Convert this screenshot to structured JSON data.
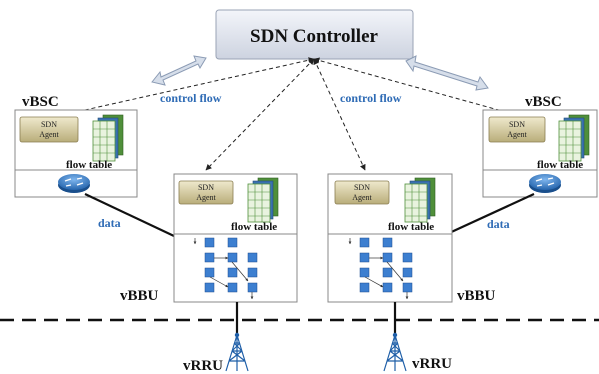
{
  "controller": {
    "title": "SDN Controller"
  },
  "control_flow_left": "control flow",
  "control_flow_right": "control flow",
  "vbsc_left": {
    "title": "vBSC",
    "agent": [
      "SDN",
      "Agent"
    ],
    "flow_table": "flow table"
  },
  "vbsc_right": {
    "title": "vBSC",
    "agent": [
      "SDN",
      "Agent"
    ],
    "flow_table": "flow table"
  },
  "vbbu_left": {
    "title": "vBBU",
    "agent": [
      "SDN",
      "Agent"
    ],
    "flow_table": "flow table"
  },
  "vbbu_right": {
    "title": "vBBU",
    "agent": [
      "SDN",
      "Agent"
    ],
    "flow_table": "flow table"
  },
  "data_left": "data",
  "data_right": "data",
  "vrru_left": "vRRU",
  "vrru_right": "vRRU",
  "colors": {
    "controller_fill": "#dfe4ee",
    "agent_fill": "#d8cfa6",
    "flow_table_green": "#4f8f3a",
    "flow_table_blue": "#3a72b0",
    "grid_square": "#3d7fd0",
    "router": "#2b74c6",
    "label_blue": "#2e6bb5"
  }
}
